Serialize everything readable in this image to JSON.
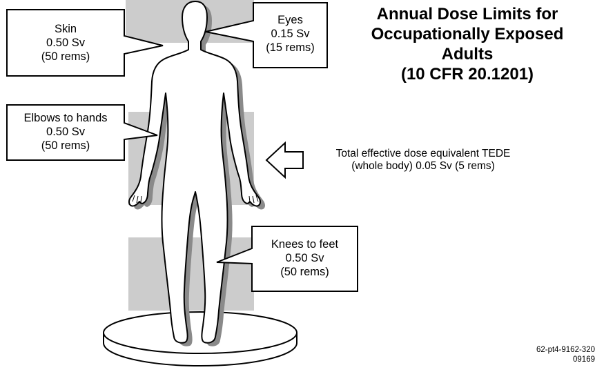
{
  "title": {
    "line1": "Annual Dose Limits for",
    "line2": "Occupationally Exposed",
    "line3": "Adults",
    "line4": "(10 CFR 20.1201)"
  },
  "callouts": {
    "skin": {
      "name": "Skin",
      "dose": "0.50 Sv",
      "rems": "(50 rems)"
    },
    "eyes": {
      "name": "Eyes",
      "dose": "0.15 Sv",
      "rems": "(15 rems)"
    },
    "elbows": {
      "name": "Elbows to hands",
      "dose": "0.50 Sv",
      "rems": "(50 rems)"
    },
    "knees": {
      "name": "Knees to feet",
      "dose": "0.50 Sv",
      "rems": "(50 rems)"
    }
  },
  "tede": {
    "line1": "Total effective dose equivalent TEDE",
    "line2": "(whole body) 0.05 Sv (5 rems)"
  },
  "figure_id": {
    "line1": "62-pt4-9162-320",
    "line2": "09169"
  },
  "colors": {
    "highlight_band": "#cccccc",
    "body_shadow": "#8a8a8a",
    "stroke": "#000000",
    "fill": "#ffffff"
  }
}
